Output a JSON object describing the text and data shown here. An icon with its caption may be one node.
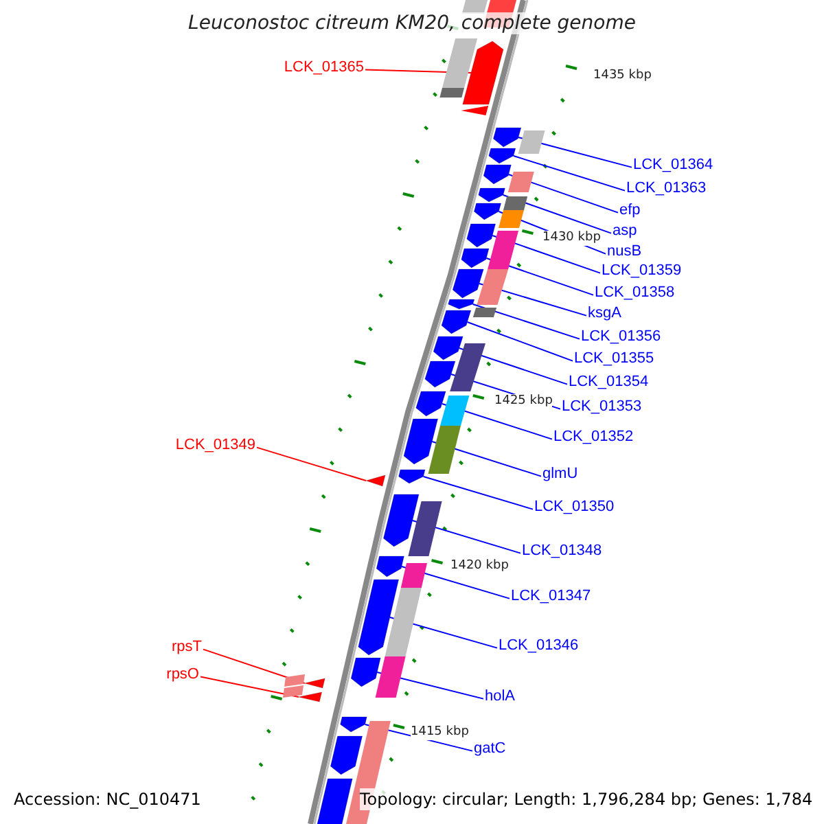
{
  "diagram": {
    "title": "Leuconostoc citreum KM20, complete genome",
    "nodes": [
      {
        "text": [
          "LCK_01365"
        ]
      },
      {
        "text": [
          "LCK_01364"
        ]
      },
      {
        "text": [
          "LCK_01363"
        ]
      },
      {
        "text": [
          "efp"
        ]
      },
      {
        "text": [
          "asp"
        ]
      },
      {
        "text": [
          "nusB"
        ]
      },
      {
        "text": [
          "LCK_01359"
        ]
      },
      {
        "text": [
          "LCK_01358"
        ]
      },
      {
        "text": [
          "ksgA"
        ]
      },
      {
        "text": [
          "LCK_01356"
        ]
      },
      {
        "text": [
          "LCK_01355"
        ]
      },
      {
        "text": [
          "LCK_01354"
        ]
      },
      {
        "text": [
          "LCK_01353"
        ]
      },
      {
        "text": [
          "LCK_01352"
        ]
      },
      {
        "text": [
          "LCK_01349"
        ]
      },
      {
        "text": [
          "glmU"
        ]
      },
      {
        "text": [
          "LCK_01350"
        ]
      },
      {
        "text": [
          "LCK_01348"
        ]
      },
      {
        "text": [
          "LCK_01347"
        ]
      },
      {
        "text": [
          "LCK_01346"
        ]
      },
      {
        "text": [
          "rpsT"
        ]
      },
      {
        "text": [
          "rpsO"
        ]
      },
      {
        "text": [
          "holA"
        ]
      },
      {
        "text": [
          "gatC"
        ]
      },
      {
        "text": [],
        "shape": "box"
      },
      {
        "text": [],
        "shape": "box"
      },
      {
        "text": [],
        "shape": "box"
      },
      {
        "text": [],
        "shape": "box"
      },
      {
        "text": [],
        "shape": "box"
      },
      {
        "text": [],
        "shape": "box"
      },
      {
        "text": [],
        "shape": "box"
      },
      {
        "text": [],
        "shape": "box"
      },
      {
        "text": [],
        "shape": "box"
      },
      {
        "text": [],
        "shape": "box"
      },
      {
        "text": [],
        "shape": "box"
      },
      {
        "text": [],
        "shape": "box"
      },
      {
        "text": [],
        "shape": "box"
      },
      {
        "text": [],
        "shape": "box"
      },
      {
        "text": [],
        "shape": "box"
      },
      {
        "text": [],
        "shape": "box"
      },
      {
        "text": [],
        "shape": "box"
      },
      {
        "text": [],
        "shape": "box"
      },
      {
        "text": [],
        "shape": "box"
      },
      {
        "text": [],
        "shape": "box"
      },
      {
        "text": [],
        "shape": "box"
      },
      {
        "text": [],
        "shape": "box"
      },
      {
        "text": [],
        "shape": "box"
      },
      {
        "text": [],
        "shape": "box"
      },
      {
        "text": [],
        "shape": "box"
      },
      {
        "text": [],
        "shape": "box"
      }
    ],
    "edges": [
      {
        "from": 0,
        "to": 24,
        "arrow": "none",
        "color": "#ff0000"
      },
      {
        "from": 1,
        "to": 25,
        "arrow": "none"
      },
      {
        "from": 2,
        "to": 26,
        "arrow": "none"
      },
      {
        "from": 3,
        "to": 27,
        "arrow": "none"
      },
      {
        "from": 4,
        "to": 28,
        "arrow": "none"
      },
      {
        "from": 5,
        "to": 29,
        "arrow": "none"
      },
      {
        "from": 6,
        "to": 30,
        "arrow": "none"
      },
      {
        "from": 7,
        "to": 31,
        "arrow": "none"
      },
      {
        "from": 8,
        "to": 32,
        "arrow": "none"
      },
      {
        "from": 9,
        "to": 33,
        "arrow": "none"
      },
      {
        "from": 10,
        "to": 34,
        "arrow": "none"
      },
      {
        "from": 11,
        "to": 35,
        "arrow": "none"
      },
      {
        "from": 12,
        "to": 36,
        "arrow": "none"
      },
      {
        "from": 13,
        "to": 37,
        "arrow": "none"
      },
      {
        "from": 14,
        "to": 38,
        "arrow": "none",
        "color": "#ff0000"
      },
      {
        "from": 15,
        "to": 39,
        "arrow": "none"
      },
      {
        "from": 16,
        "to": 40,
        "arrow": "none"
      },
      {
        "from": 17,
        "to": 41,
        "arrow": "none"
      },
      {
        "from": 18,
        "to": 42,
        "arrow": "none"
      },
      {
        "from": 19,
        "to": 43,
        "arrow": "none"
      },
      {
        "from": 20,
        "to": 44,
        "arrow": "none",
        "color": "#ff0000"
      },
      {
        "from": 21,
        "to": 45,
        "arrow": "none",
        "color": "#ff0000"
      },
      {
        "from": 22,
        "to": 46,
        "arrow": "none"
      },
      {
        "from": 23,
        "to": 47,
        "arrow": "none"
      }
    ],
    "labels": [
      "1435 kbp",
      "1430 kbp",
      "1425 kbp",
      "1420 kbp",
      "1415 kbp",
      "Accession: NC_010471",
      "Topology: circular; Length: 1,796,284 bp; Genes: 1,784"
    ]
  }
}
